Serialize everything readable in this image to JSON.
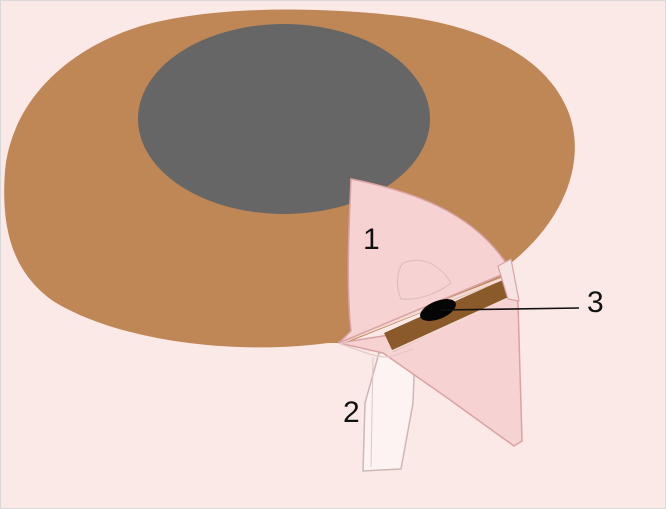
{
  "colors": {
    "background": "#fbe9e7",
    "brown_ring": "#bf8656",
    "dark_center": "#666666",
    "pink_flap": "#f7d2d2",
    "flap_outline": "#d9a3a3",
    "channel_brown": "#8b5a2b",
    "black_spot": "#050505",
    "leader_line": "#111111"
  },
  "labels": {
    "label_1": "1",
    "label_2": "2",
    "label_3": "3"
  }
}
